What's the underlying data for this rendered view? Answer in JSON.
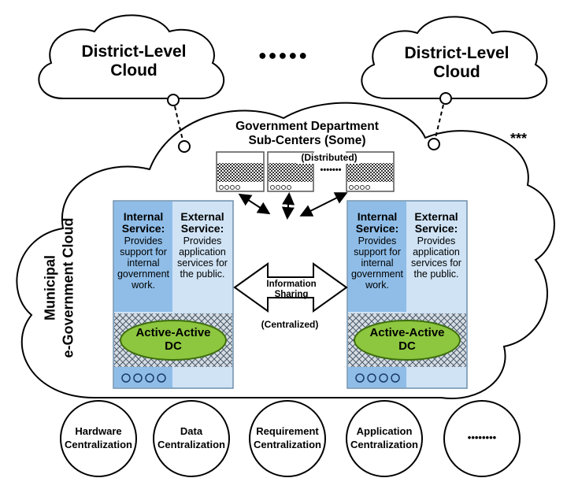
{
  "district_cloud_left": "District-Level Cloud",
  "district_cloud_right": "District-Level Cloud",
  "cloud_separator": "●●●●●",
  "stars": "***",
  "subcenters": {
    "title_line1": "Government Department",
    "title_line2": "Sub-Centers  (Some)",
    "note": "(Distributed)",
    "dots": "•••••••"
  },
  "municipal": {
    "line1": "Municipal",
    "line2": "e-Government Cloud"
  },
  "datacenters": [
    {
      "internal_title": "Internal Service:",
      "internal_desc": "Provides support for internal government work.",
      "external_title": "External Service:",
      "external_desc": "Provides application services for the public.",
      "dc_label": "Active-Active DC"
    },
    {
      "internal_title": "Internal Service:",
      "internal_desc": "Provides support for internal government work.",
      "external_title": "External Service:",
      "external_desc": "Provides application services for the public.",
      "dc_label": "Active-Active DC"
    }
  ],
  "sharing": {
    "line1": "Information",
    "line2": "Sharing",
    "note": "(Centralized)"
  },
  "centralization": [
    {
      "line1": "Hardware",
      "line2": "Centralization"
    },
    {
      "line1": "Data",
      "line2": "Centralization"
    },
    {
      "line1": "Requirement",
      "line2": "Centralization"
    },
    {
      "line1": "Application",
      "line2": "Centralization"
    },
    {
      "line1": "••••••••",
      "line2": ""
    }
  ],
  "colors": {
    "internal_fill": "#8fbde8",
    "external_fill": "#cfe3f5",
    "dc_ellipse": "#8dc63f",
    "hatch": "#5a6b7d"
  }
}
